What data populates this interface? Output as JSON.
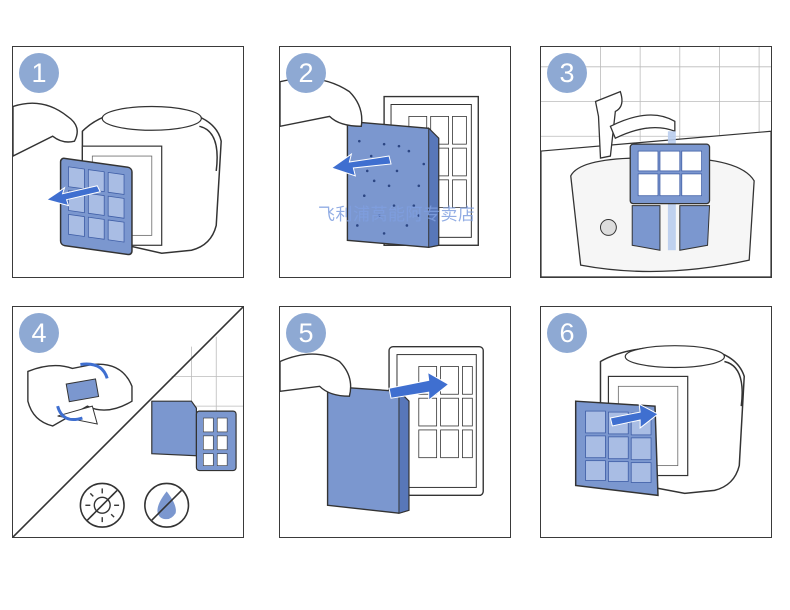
{
  "steps": [
    {
      "number": "1"
    },
    {
      "number": "2"
    },
    {
      "number": "3"
    },
    {
      "number": "4"
    },
    {
      "number": "5"
    },
    {
      "number": "6"
    }
  ],
  "watermark": "飞利浦莴能阿专卖店",
  "colors": {
    "badge": "#8ea9d3",
    "filter_blue": "#7b97cf",
    "filter_dark": "#3f5ea6",
    "arrow": "#3f6fd0",
    "outline": "#333333"
  },
  "icons": [
    "hand-icon",
    "arrow-icon",
    "faucet-icon",
    "no-sun-icon",
    "no-water-icon"
  ]
}
